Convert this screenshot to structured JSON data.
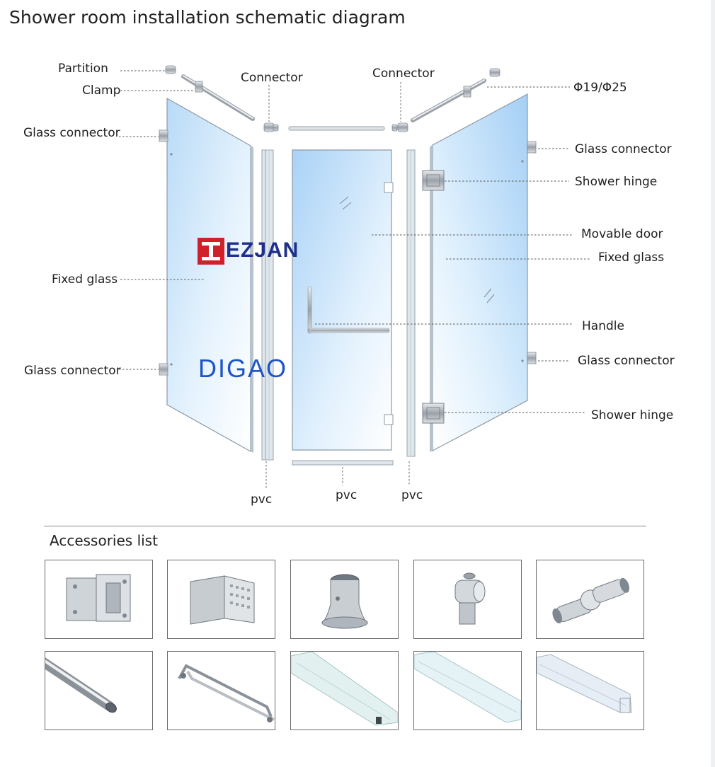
{
  "title": "Shower room installation schematic diagram",
  "labels": {
    "partition": "Partition",
    "clamp": "Clamp",
    "connector_left": "Connector",
    "connector_right": "Connector",
    "diameter": "Φ19/Φ25",
    "glass_connector_tl": "Glass connector",
    "glass_connector_tr": "Glass connector",
    "shower_hinge_top": "Shower hinge",
    "movable_door": "Movable door",
    "fixed_glass_right": "Fixed glass",
    "fixed_glass_left": "Fixed glass",
    "handle": "Handle",
    "glass_connector_bl": "Glass connector",
    "glass_connector_br": "Glass connector",
    "shower_hinge_bottom": "Shower hinge",
    "pvc_left": "pvc",
    "pvc_center": "pvc",
    "pvc_right": "pvc"
  },
  "watermarks": {
    "brand_1": "EZJAN",
    "brand_2": "DIGAO"
  },
  "accessories": {
    "heading": "Accessories list",
    "items": [
      {
        "icon": "shower-hinge-icon"
      },
      {
        "icon": "glass-clamp-icon"
      },
      {
        "icon": "partition-base-icon"
      },
      {
        "icon": "connector-icon"
      },
      {
        "icon": "swivel-connector-icon"
      },
      {
        "icon": "stainless-tube-icon"
      },
      {
        "icon": "door-handle-icon"
      },
      {
        "icon": "pvc-strip-a-icon"
      },
      {
        "icon": "pvc-strip-b-icon"
      },
      {
        "icon": "pvc-strip-c-icon"
      }
    ]
  },
  "colors": {
    "glass": "#cfe6fb",
    "glass_edge": "#8c9aa6",
    "metal": "#b9bec4",
    "brand_red": "#d0202a",
    "brand_blue": "#1f2f8c"
  }
}
